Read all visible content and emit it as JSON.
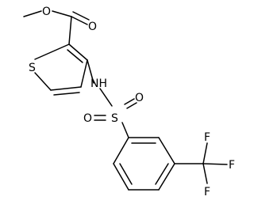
{
  "diagram": {
    "type": "chemical-structure",
    "atoms": {
      "o_ester_double": "O",
      "o_ester_single": "O",
      "sulfur_ring": "S",
      "nh": "NH",
      "sulfur_sulfonyl": "S",
      "o_sulfonyl_left": "O",
      "o_sulfonyl_right": "O",
      "f_top": "F",
      "f_right": "F",
      "f_bottom": "F"
    }
  }
}
